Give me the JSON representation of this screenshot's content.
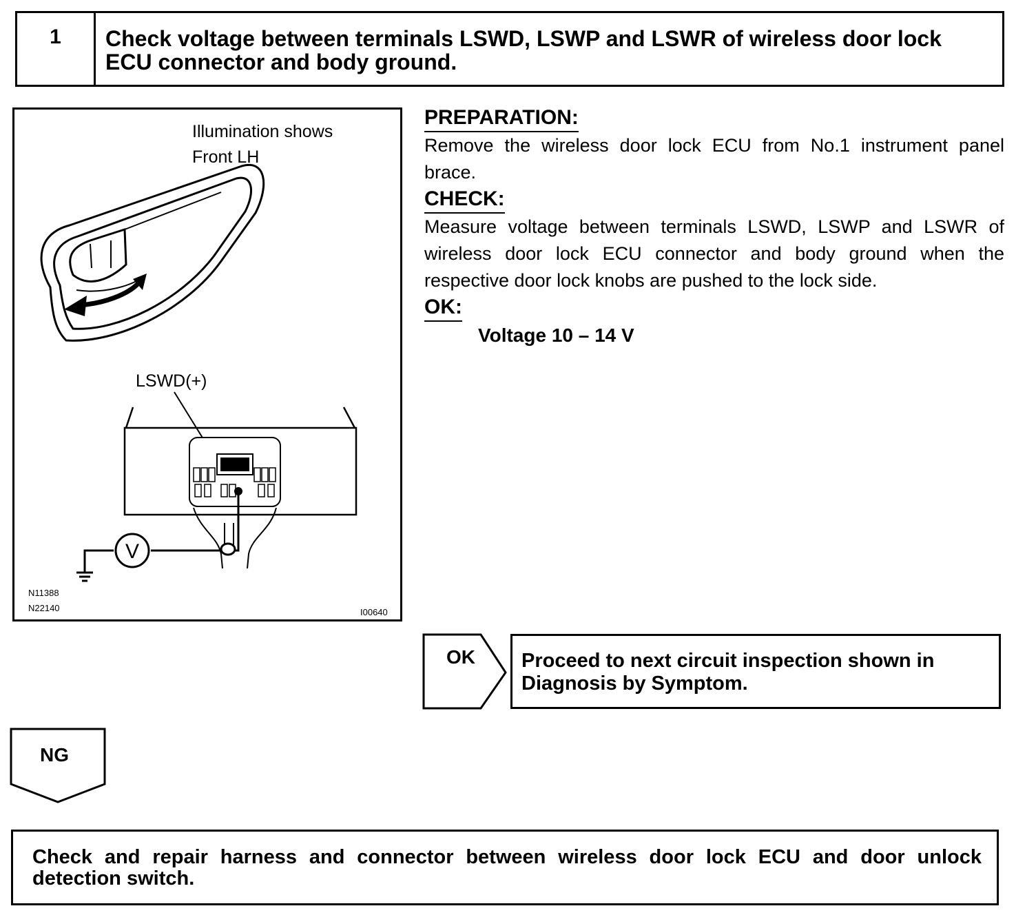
{
  "step": {
    "number": "1",
    "title": "Check voltage between terminals LSWD, LSWP and LSWR of wireless door lock ECU connector and body ground."
  },
  "figure": {
    "caption_line1": "Illumination shows",
    "caption_line2": "Front LH",
    "terminal_label": "LSWD(+)",
    "meter_symbol": "V",
    "codes": [
      "N11388",
      "N22140",
      "I00640"
    ]
  },
  "preparation": {
    "heading": "PREPARATION:",
    "body": "Remove the wireless door lock ECU from No.1 instrument panel brace."
  },
  "check": {
    "heading": "CHECK:",
    "body": "Measure voltage between terminals LSWD, LSWP and LSWR of wireless door lock ECU connector and body ground when the respective door lock knobs are pushed to the lock side."
  },
  "ok_spec": {
    "heading": "OK:",
    "value": "Voltage 10 – 14 V"
  },
  "ok_branch": {
    "label": "OK",
    "text": "Proceed to next circuit inspection shown in Diagnosis by Symptom."
  },
  "ng_branch": {
    "label": "NG",
    "text": "Check and repair harness and connector between wireless door lock ECU and door unlock detection switch."
  }
}
